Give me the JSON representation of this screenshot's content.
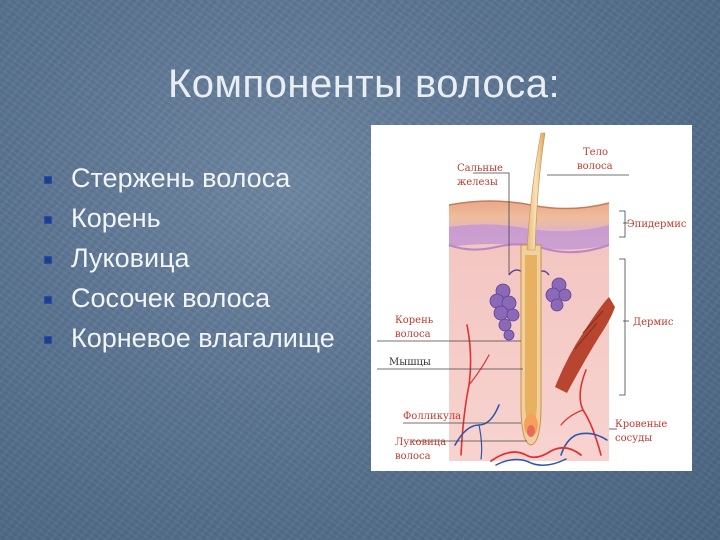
{
  "slide": {
    "title": "Компоненты волоса:",
    "bullets": [
      "Стержень волоса",
      "Корень",
      "Луковица",
      "Сосочек волоса",
      "Корневое влагалище"
    ]
  },
  "figure": {
    "labels": {
      "sebaceous_1": "Сальные",
      "sebaceous_2": "железы",
      "shaft_1": "Тело",
      "shaft_2": "волоса",
      "epidermis": "Эпидермис",
      "dermis": "Дермис",
      "root_1": "Корень",
      "root_2": "волоса",
      "muscles": "Мышцы",
      "follicle": "Фолликула",
      "vessels_1": "Кровеные",
      "vessels_2": "сосуды",
      "bulb_1": "Луковица",
      "bulb_2": "волоса"
    }
  },
  "colors": {
    "bullet_square": "#1d3e8c",
    "label_red": "#c0392b",
    "background": "#5b7592"
  }
}
